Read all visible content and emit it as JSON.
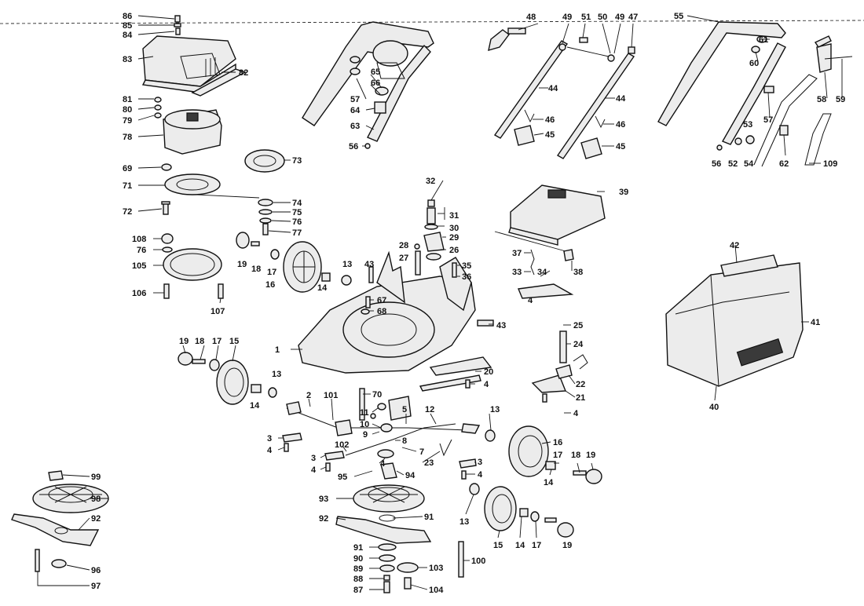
{
  "diagram": {
    "callouts": [
      "86",
      "85",
      "84",
      "83",
      "82",
      "81",
      "80",
      "79",
      "78",
      "73",
      "69",
      "71",
      "74",
      "75",
      "76",
      "77",
      "72",
      "108",
      "76",
      "105",
      "106",
      "107",
      "19",
      "18",
      "17",
      "16",
      "14",
      "13",
      "43",
      "28",
      "27",
      "32",
      "31",
      "30",
      "29",
      "26",
      "35",
      "36",
      "67",
      "68",
      "43",
      "1",
      "48",
      "49",
      "51",
      "50",
      "49",
      "47",
      "44",
      "46",
      "45",
      "44",
      "46",
      "45",
      "39",
      "37",
      "33",
      "34",
      "38",
      "4",
      "55",
      "61",
      "60",
      "58",
      "59",
      "57",
      "53",
      "56",
      "52",
      "54",
      "62",
      "109",
      "42",
      "41",
      "40",
      "25",
      "24",
      "20",
      "4",
      "22",
      "21",
      "4",
      "19",
      "18",
      "17",
      "15",
      "13",
      "14",
      "2",
      "101",
      "70",
      "11",
      "10",
      "9",
      "5",
      "12",
      "13",
      "3",
      "4",
      "102",
      "8",
      "7",
      "23",
      "16",
      "17",
      "18",
      "19",
      "14",
      "3",
      "4",
      "95",
      "94",
      "4",
      "3",
      "4",
      "99",
      "98",
      "93",
      "91",
      "92",
      "92",
      "15",
      "14",
      "17",
      "19",
      "13",
      "96",
      "97",
      "91",
      "90",
      "89",
      "88",
      "87",
      "103",
      "104",
      "100",
      "65",
      "66",
      "57",
      "64",
      "63",
      "56"
    ]
  }
}
